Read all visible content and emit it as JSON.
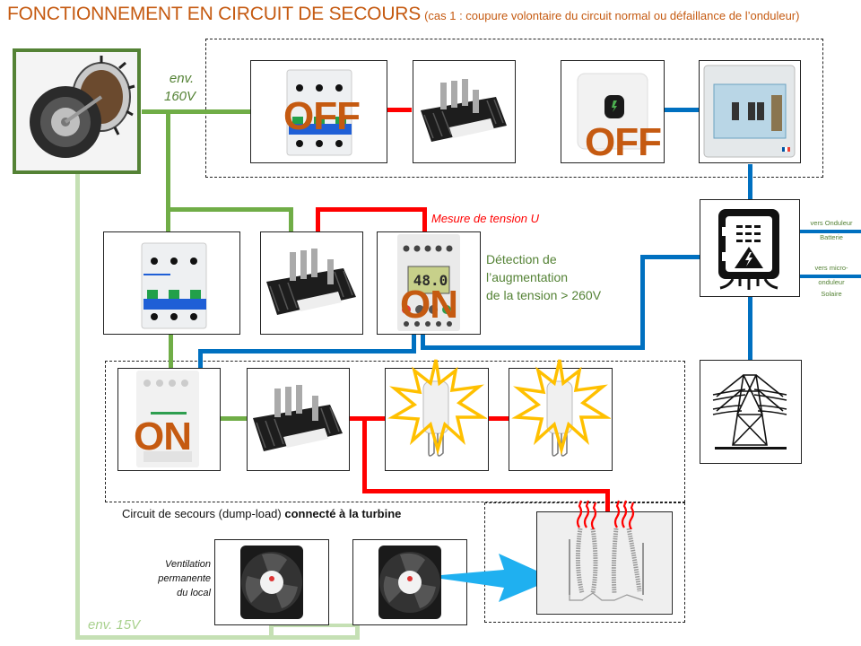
{
  "title": {
    "main": "FONCTIONNEMENT EN CIRCUIT DE SECOURS",
    "subtitle": "(cas 1 : coupure volontaire du circuit normal ou défaillance de l’onduleur)"
  },
  "labels": {
    "voltage_high_line1": "env.",
    "voltage_high_line2": "160V",
    "voltage_low": "env. 15V",
    "measure": "Mesure de tension U",
    "detection_line1": "Détection de",
    "detection_line2": "l’augmentation",
    "detection_line3": "de la tension > 260V",
    "to_battery_line1": "vers Onduleur",
    "to_battery_line2": "Batterie",
    "to_solar_line1": "vers micro-",
    "to_solar_line2": "onduleur",
    "to_solar_line3": "Solaire",
    "dumpload_normal": "Circuit de secours (dump-load) ",
    "dumpload_bold": "connecté à la turbine",
    "ventilation_line1": "Ventilation",
    "ventilation_line2": "permanente",
    "ventilation_line3": "du local"
  },
  "states": {
    "main_breaker": "OFF",
    "inverter": "OFF",
    "voltage_relay": "ON",
    "contactor": "ON"
  },
  "relay_display": "48.0",
  "components": [
    {
      "id": "turbine",
      "name": "Turbine / générateur"
    },
    {
      "id": "breaker-main",
      "name": "Disjoncteur circuit normal"
    },
    {
      "id": "rectifier-main",
      "name": "Pont redresseur"
    },
    {
      "id": "inverter",
      "name": "Onduleur"
    },
    {
      "id": "panel",
      "name": "Coffret électrique"
    },
    {
      "id": "breaker-relay",
      "name": "Disjoncteur"
    },
    {
      "id": "rectifier-relay",
      "name": "Pont redresseur"
    },
    {
      "id": "voltage-relay",
      "name": "Relais de tension"
    },
    {
      "id": "distribution",
      "name": "Tableau de distribution"
    },
    {
      "id": "grid",
      "name": "Réseau"
    },
    {
      "id": "contactor",
      "name": "Contacteur"
    },
    {
      "id": "rectifier-dump",
      "name": "Pont redresseur"
    },
    {
      "id": "lamp-1",
      "name": "Lampe halogène"
    },
    {
      "id": "lamp-2",
      "name": "Lampe halogène"
    },
    {
      "id": "fan-1",
      "name": "Ventilateur"
    },
    {
      "id": "fan-2",
      "name": "Ventilateur"
    },
    {
      "id": "heater",
      "name": "Résistances chauffantes"
    }
  ],
  "colors": {
    "ac_wire": "#70ad47",
    "low_voltage_wire": "#c5e0b4",
    "dc_wire": "#ff0000",
    "grid_wire": "#0070c0",
    "state_text": "#c55a11",
    "arrow": "#1fb0f0",
    "flash": "#ffc000"
  }
}
